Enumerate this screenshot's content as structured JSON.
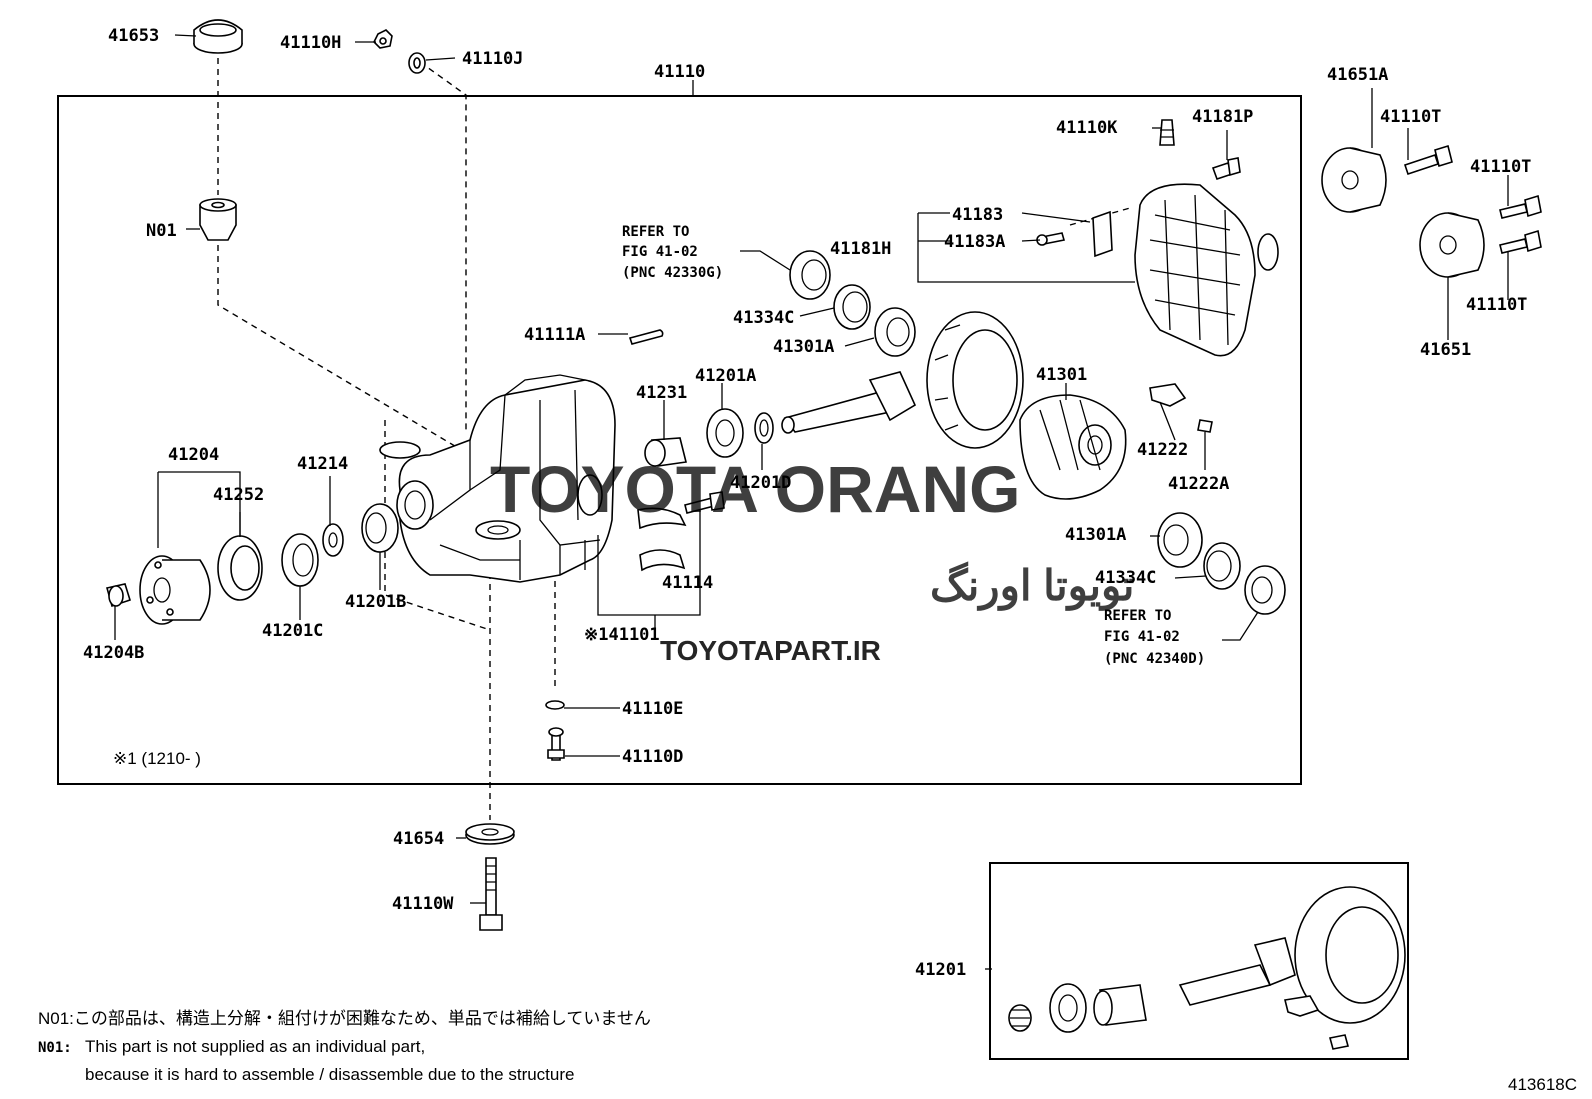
{
  "labels": {
    "p41653": "41653",
    "p41110H": "41110H",
    "p41110J": "41110J",
    "p41110": "41110",
    "p41651A": "41651A",
    "p41110T_a": "41110T",
    "p41110T_b": "41110T",
    "p41110T_c": "41110T",
    "p41651": "41651",
    "p41110K": "41110K",
    "p41181P": "41181P",
    "p41183": "41183",
    "p41183A": "41183A",
    "p41181H": "41181H",
    "pN01": "N01",
    "p41334C_a": "41334C",
    "p41301A_a": "41301A",
    "p41111A": "41111A",
    "p41231": "41231",
    "p41201A": "41201A",
    "p41201D": "41201D",
    "p41301": "41301",
    "p41222": "41222",
    "p41222A": "41222A",
    "p41204": "41204",
    "p41214": "41214",
    "p41252": "41252",
    "p41201B": "41201B",
    "p41201C": "41201C",
    "p41204B": "41204B",
    "p41114": "41114",
    "p41101": "※141101",
    "p41301A_b": "41301A",
    "p41334C_b": "41334C",
    "p41110E": "41110E",
    "p41110D": "41110D",
    "p41654": "41654",
    "p41110W": "41110W",
    "p41201": "41201"
  },
  "refer_left": {
    "line1": "REFER TO",
    "line2": "FIG 41-02",
    "line3": "(PNC 42330G)"
  },
  "refer_right": {
    "line1": "REFER TO",
    "line2": "FIG 41-02",
    "line3": "(PNC 42340D)"
  },
  "footnote_range": "※1 (1210-      )",
  "notes": {
    "jp": "N01:この部品は、構造上分解・組付けが困難なため、単品では補給していません",
    "en_prefix": "N01:",
    "en_line1": "This part is not supplied as an individual part,",
    "en_line2": "because it is hard to assemble / disassemble due to the structure"
  },
  "figure_id": "413618C",
  "watermark": {
    "brand": "TOYOTA ORANG",
    "persian": "تویوتا اورنگ",
    "site": "TOYOTAPART.IR",
    "color": "#f0b4b4"
  }
}
